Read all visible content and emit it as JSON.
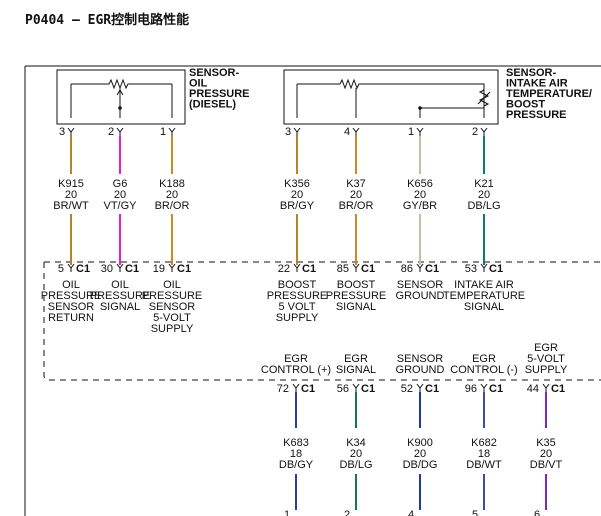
{
  "title": "P0404 – EGR控制电路性能",
  "sensors": [
    {
      "id": "oil",
      "label_lines": [
        "SENSOR-",
        "OIL",
        "PRESSURE",
        "(DIESEL)"
      ]
    },
    {
      "id": "boost",
      "label_lines": [
        "SENSOR-",
        "INTAKE AIR",
        "TEMPERATURE/",
        "BOOST",
        "PRESSURE"
      ]
    }
  ],
  "upper_wires": [
    {
      "sensor_pin": "3",
      "code": "K915",
      "gauge": "20",
      "color_code": "BR/WT",
      "connector_pin": "5",
      "connector": "C1",
      "desc_lines": [
        "OIL",
        "PRESSURE",
        "SENSOR",
        "RETURN"
      ],
      "color": "#b5832a"
    },
    {
      "sensor_pin": "2",
      "code": "G6",
      "gauge": "20",
      "color_code": "VT/GY",
      "connector_pin": "30",
      "connector": "C1",
      "desc_lines": [
        "OIL",
        "PRESSURE",
        "SIGNAL"
      ],
      "color": "#e020d8"
    },
    {
      "sensor_pin": "1",
      "code": "K188",
      "gauge": "20",
      "color_code": "BR/OR",
      "connector_pin": "19",
      "connector": "C1",
      "desc_lines": [
        "OIL",
        "PRESSURE",
        "SENSOR",
        "5-VOLT",
        "SUPPLY"
      ],
      "color": "#c98a25"
    },
    {
      "sensor_pin": "3",
      "code": "K356",
      "gauge": "20",
      "color_code": "BR/GY",
      "connector_pin": "22",
      "connector": "C1",
      "desc_lines": [
        "BOOST",
        "PRESSURE",
        "5 VOLT",
        "SUPPLY"
      ],
      "color": "#b5832a"
    },
    {
      "sensor_pin": "4",
      "code": "K37",
      "gauge": "20",
      "color_code": "BR/OR",
      "connector_pin": "85",
      "connector": "C1",
      "desc_lines": [
        "BOOST",
        "PRESSURE",
        "SIGNAL"
      ],
      "color": "#c98a25"
    },
    {
      "sensor_pin": "1",
      "code": "K656",
      "gauge": "20",
      "color_code": "GY/BR",
      "connector_pin": "86",
      "connector": "C1",
      "desc_lines": [
        "SENSOR",
        "GROUND"
      ],
      "color": "#c8bea8"
    },
    {
      "sensor_pin": "2",
      "code": "K21",
      "gauge": "20",
      "color_code": "DB/LG",
      "connector_pin": "53",
      "connector": "C1",
      "desc_lines": [
        "INTAKE AIR",
        "TEMPERATURE",
        "SIGNAL"
      ],
      "color": "#0c7a6e"
    }
  ],
  "lower_wires": [
    {
      "desc_lines": [
        "EGR",
        "CONTROL (+)"
      ],
      "connector_pin": "72",
      "connector": "C1",
      "code": "K683",
      "gauge": "18",
      "color_code": "DB/GY",
      "end_pin": "1",
      "color": "#2a3aa8"
    },
    {
      "desc_lines": [
        "EGR",
        "SIGNAL"
      ],
      "connector_pin": "56",
      "connector": "C1",
      "code": "K34",
      "gauge": "20",
      "color_code": "DB/LG",
      "end_pin": "2",
      "color": "#0f7a4e"
    },
    {
      "desc_lines": [
        "SENSOR",
        "GROUND"
      ],
      "connector_pin": "52",
      "connector": "C1",
      "code": "K900",
      "gauge": "20",
      "color_code": "DB/DG",
      "end_pin": "4",
      "color": "#1d3aa0"
    },
    {
      "desc_lines": [
        "EGR",
        "CONTROL (-)"
      ],
      "connector_pin": "96",
      "connector": "C1",
      "code": "K682",
      "gauge": "18",
      "color_code": "DB/WT",
      "end_pin": "5",
      "color": "#3a4ab8"
    },
    {
      "desc_lines": [
        "EGR",
        "5-VOLT",
        "SUPPLY"
      ],
      "connector_pin": "44",
      "connector": "C1",
      "code": "K35",
      "gauge": "20",
      "color_code": "DB/VT",
      "end_pin": "6",
      "color": "#7a2ab8"
    }
  ],
  "icons": {
    "connector": "connector-fork-icon",
    "resistor": "resistor-icon",
    "thermistor": "thermistor-icon"
  }
}
